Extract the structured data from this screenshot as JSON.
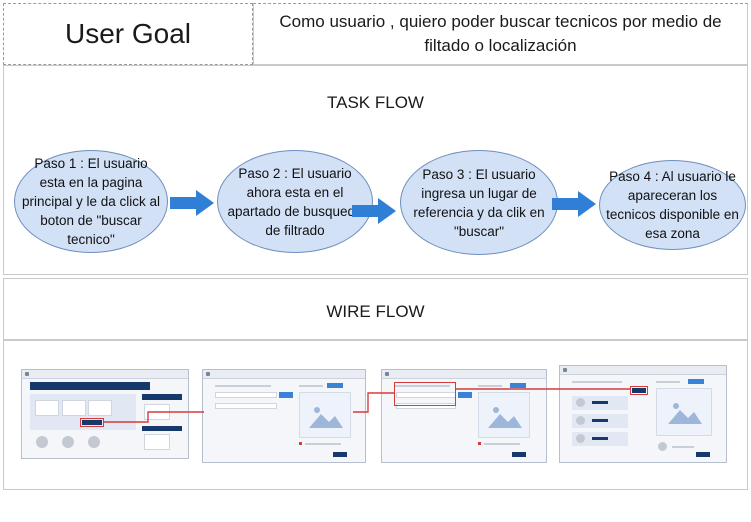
{
  "user_goal": {
    "label": "User Goal",
    "text": "Como usuario , quiero poder buscar tecnicos por medio de filtado o localización"
  },
  "task_flow": {
    "title": "TASK FLOW",
    "steps": [
      "Paso 1 : El usuario esta en la pagina principal y le da click al boton de \"buscar tecnico\"",
      "Paso 2 : El usuario ahora esta en el apartado de busqueda de filtrado",
      "Paso 3 : El usuario ingresa un lugar de referencia y da clik en \"buscar\"",
      "Paso 4 : Al usuario le apareceran los tecnicos disponible en esa zona"
    ]
  },
  "wire_flow": {
    "title": "WIRE FLOW"
  },
  "colors": {
    "step_fill": "#d2e1f6",
    "step_border": "#6d8fbd",
    "arrow": "#2f7fd6",
    "connector": "#d53b3b",
    "header_navy": "#17386a",
    "button_blue": "#3a82d8"
  }
}
